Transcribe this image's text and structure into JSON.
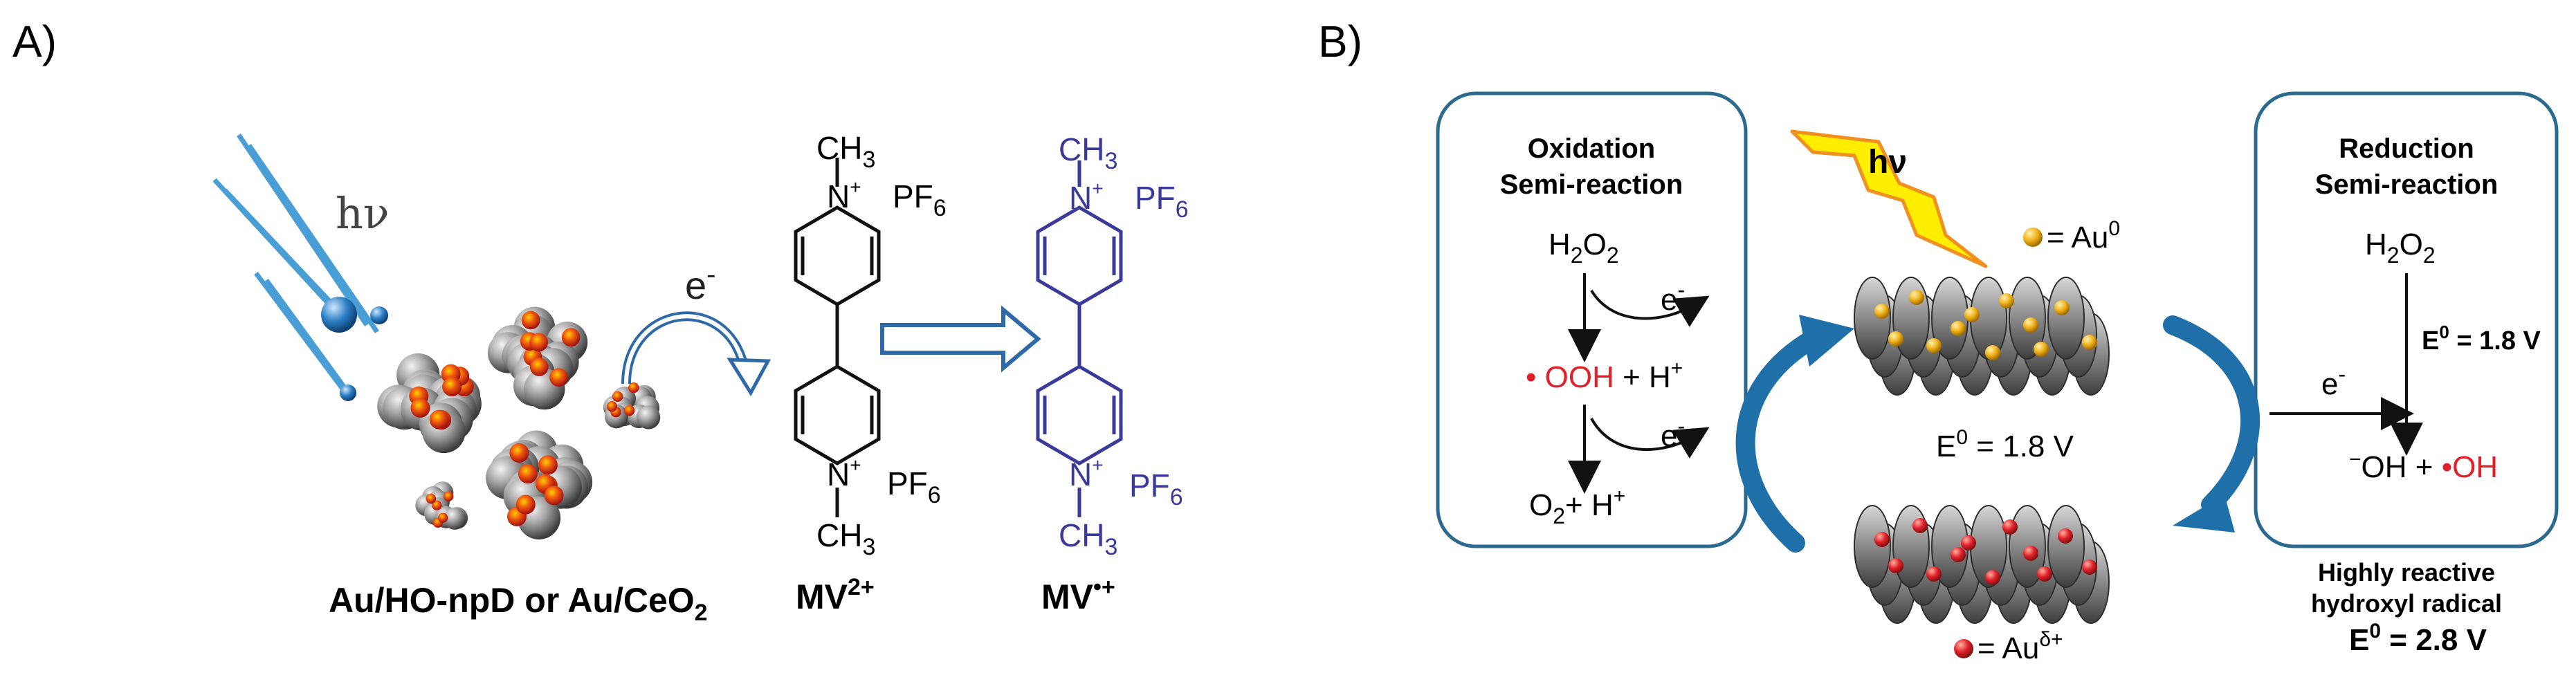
{
  "panel_a": {
    "label": "A)",
    "hv": "hν",
    "electron": "e",
    "electron_sup": "-",
    "catalyst_caption": "Au/HO-npD or Au/CeO",
    "catalyst_caption_sub": "2",
    "mv2_ch3_top": "CH",
    "mv2_ch3_top_sub": "3",
    "mv2_ch3_bot": "CH",
    "mv2_ch3_bot_sub": "3",
    "mv2_n_top": "N",
    "mv2_n_bot": "N",
    "mv2_plus": "+",
    "mv2_pf6_top": "PF",
    "mv2_pf6_top_sub": "6",
    "mv2_pf6_bot": "PF",
    "mv2_pf6_bot_sub": "6",
    "mv2_caption": "MV",
    "mv2_caption_sup": "2+",
    "mvr_ch3_top": "CH",
    "mvr_ch3_top_sub": "3",
    "mvr_ch3_bot": "CH",
    "mvr_ch3_bot_sub": "3",
    "mvr_n_top": "N",
    "mvr_n_bot": "N",
    "mvr_plus": "+",
    "mvr_pf6_top": "PF",
    "mvr_pf6_top_sub": "6",
    "mvr_pf6_bot": "PF",
    "mvr_pf6_bot_sub": "6",
    "mvr_caption": "MV",
    "mvr_caption_sup": "•+",
    "colors": {
      "blue_ray": "#4a9ed6",
      "radical_blue": "#3a3a9a",
      "arrow_blue": "#2f6aa8"
    }
  },
  "panel_b": {
    "label": "B)",
    "hv": "hν",
    "oxidation_title_1": "Oxidation",
    "oxidation_title_2": "Semi-reaction",
    "ox_h2o2": "H",
    "ox_h2o2_sub1": "2",
    "ox_h2o2_o": "O",
    "ox_h2o2_sub2": "2",
    "ox_e1": "e",
    "ox_e1_sup": "-",
    "ox_ooh_dot": "•",
    "ox_ooh": " OOH",
    "ox_hplus": " + H",
    "ox_hplus_sup": "+",
    "ox_e2": "e",
    "ox_e2_sup": "-",
    "ox_o2": "O",
    "ox_o2_sub": "2",
    "ox_o2_rest": "+ H",
    "ox_o2_sup": "+",
    "au0_legend": "= Au",
    "au0_legend_sup": "0",
    "center_potential": "E",
    "center_potential_sup": "0",
    "center_potential_rest": " = 1.8 V",
    "audelta_legend": "= Au",
    "audelta_legend_sup": "δ+",
    "reduction_title_1": "Reduction",
    "reduction_title_2": "Semi-reaction",
    "red_h2o2": "H",
    "red_h2o2_sub1": "2",
    "red_h2o2_o": "O",
    "red_h2o2_sub2": "2",
    "red_potential": "E",
    "red_potential_sup": "0",
    "red_potential_rest": " = 1.8 V",
    "red_e": "e",
    "red_e_sup": "-",
    "red_oh_minus_sup": "−",
    "red_oh_minus": "OH + ",
    "red_oh_rad_dot": "•",
    "red_oh_rad": "OH",
    "note_1": "Highly reactive",
    "note_2": "hydroxyl radical",
    "note_3": "E",
    "note_3_sup": "0",
    "note_3_rest": " = 2.8 V",
    "colors": {
      "box_border": "#2b6a8e",
      "red": "#e0202a",
      "gold": "#f0b21a",
      "lightning": "#ffee00",
      "lightning_edge": "#f09020",
      "cycle_arrow": "#1f6fa8"
    }
  }
}
